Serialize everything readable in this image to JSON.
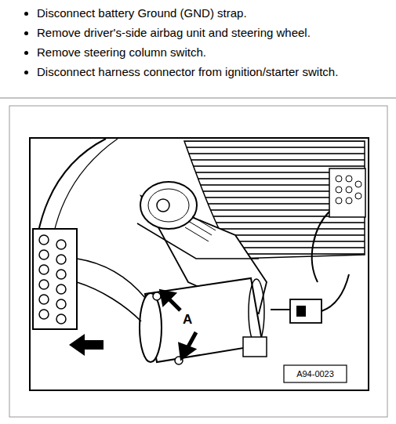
{
  "diagram": {
    "labels": [
      "Disconnect battery Ground (GND) strap.",
      "Remove driver's-side airbag unit and steering wheel.",
      "Remove steering column switch.",
      "Disconnect harness connector from ignition/starter switch.",
      "A",
      "A94-0023"
    ]
  }
}
